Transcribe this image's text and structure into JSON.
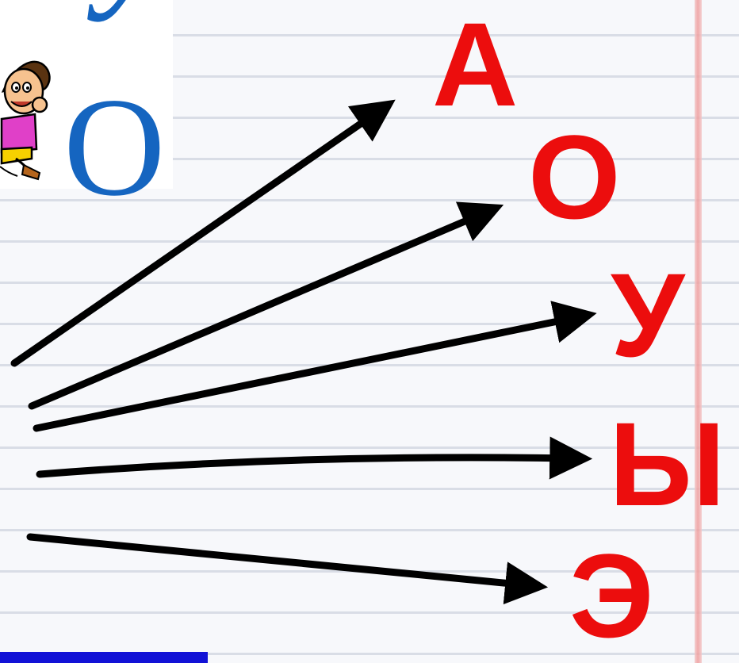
{
  "card": {
    "top_letter": "У",
    "letter": "О",
    "figure_icon": "running-man-icon"
  },
  "letters": [
    "А",
    "О",
    "У",
    "Ы",
    "Э"
  ],
  "colors": {
    "letters": "#ec0d0d",
    "card_letter": "#1565c0",
    "arrows": "#000000",
    "bottom_bar": "#1212d6"
  }
}
